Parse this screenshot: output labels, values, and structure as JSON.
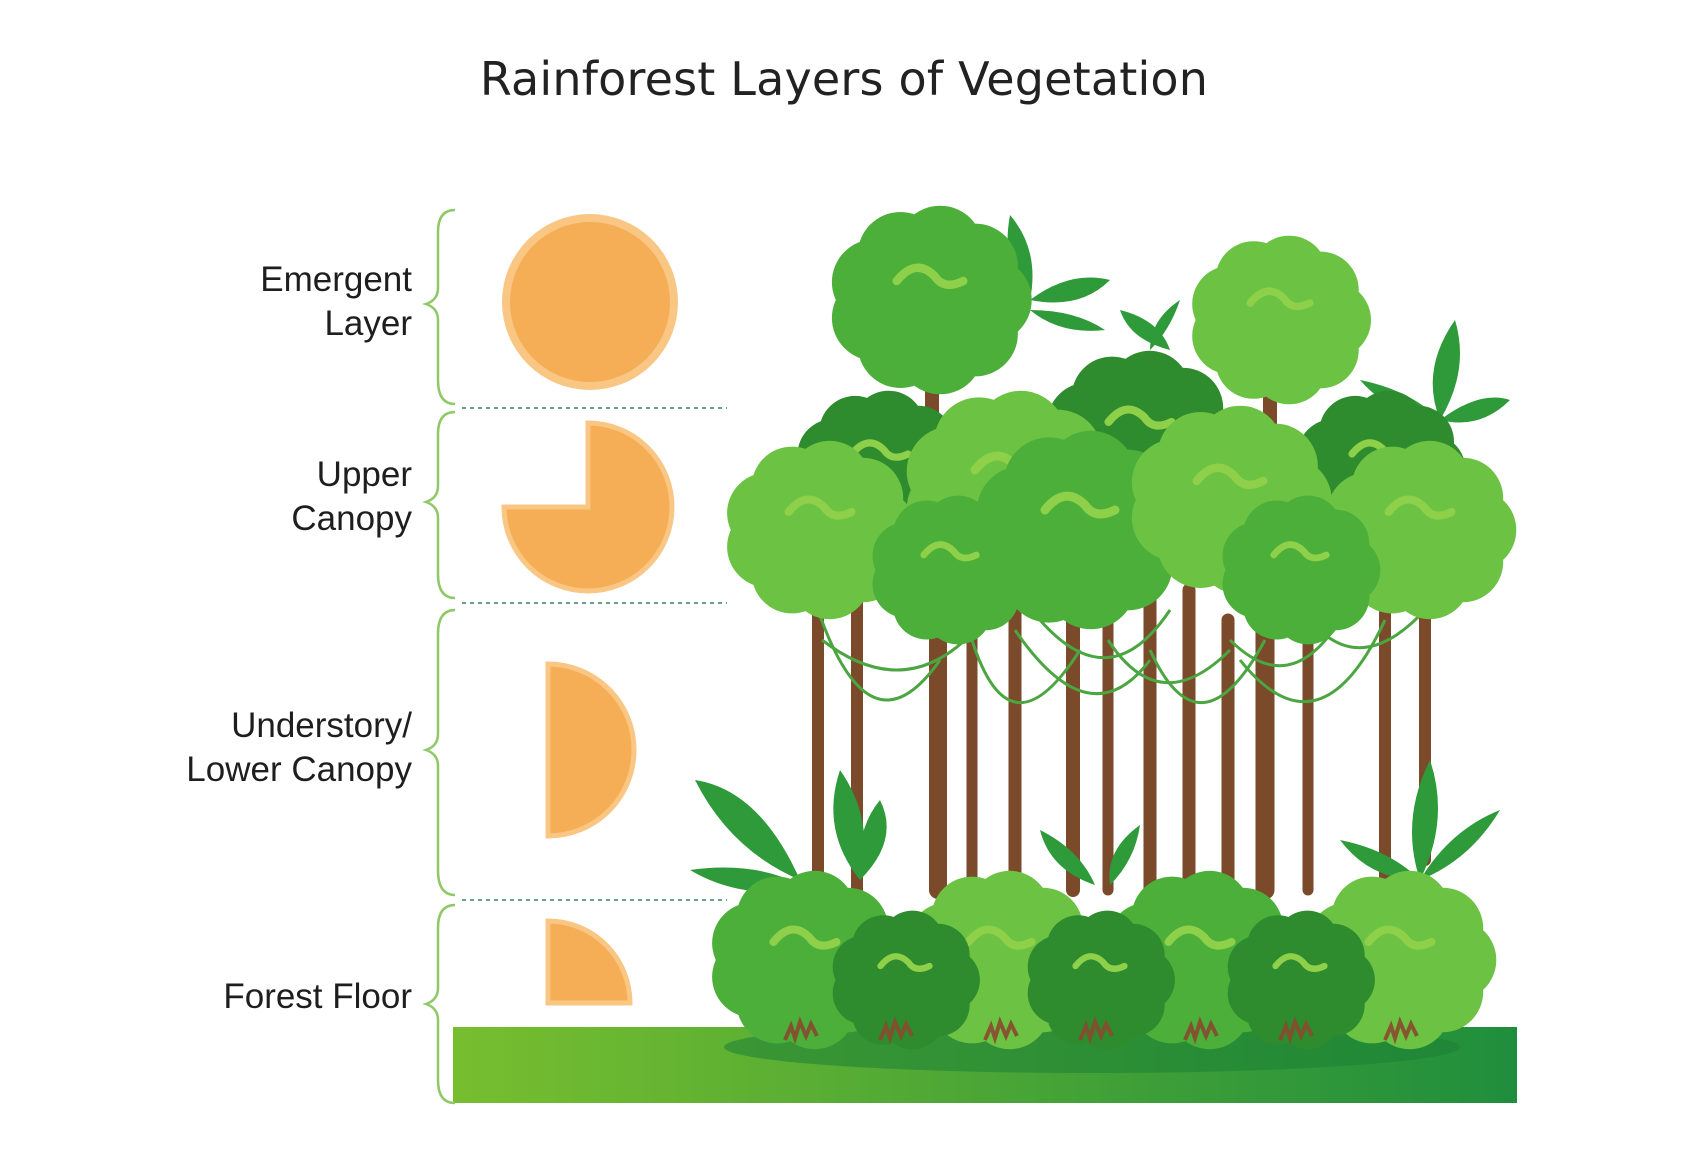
{
  "title": "Rainforest Layers of Vegetation",
  "layers": [
    {
      "line1": "Emergent",
      "line2": "Layer",
      "sun_fraction": 1.0
    },
    {
      "line1": "Upper",
      "line2": "Canopy",
      "sun_fraction": 0.75
    },
    {
      "line1": "Understory/",
      "line2": "Lower Canopy",
      "sun_fraction": 0.5
    },
    {
      "line1": "Forest Floor",
      "line2": "",
      "sun_fraction": 0.25
    }
  ],
  "colors": {
    "sun": "#F5AE55",
    "sun_edge": "#F9C684",
    "bracket": "#8FC866",
    "divider": "#6E9E8A",
    "leaf_dark": "#2E8B2E",
    "leaf_mid": "#4CAF3A",
    "leaf_light": "#6CC243",
    "leaf_highlight": "#8ED04A",
    "trunk": "#7A4A2A",
    "vine": "#4BA540",
    "ground_left": "#77BE2F",
    "ground_right": "#1F8E3C"
  }
}
